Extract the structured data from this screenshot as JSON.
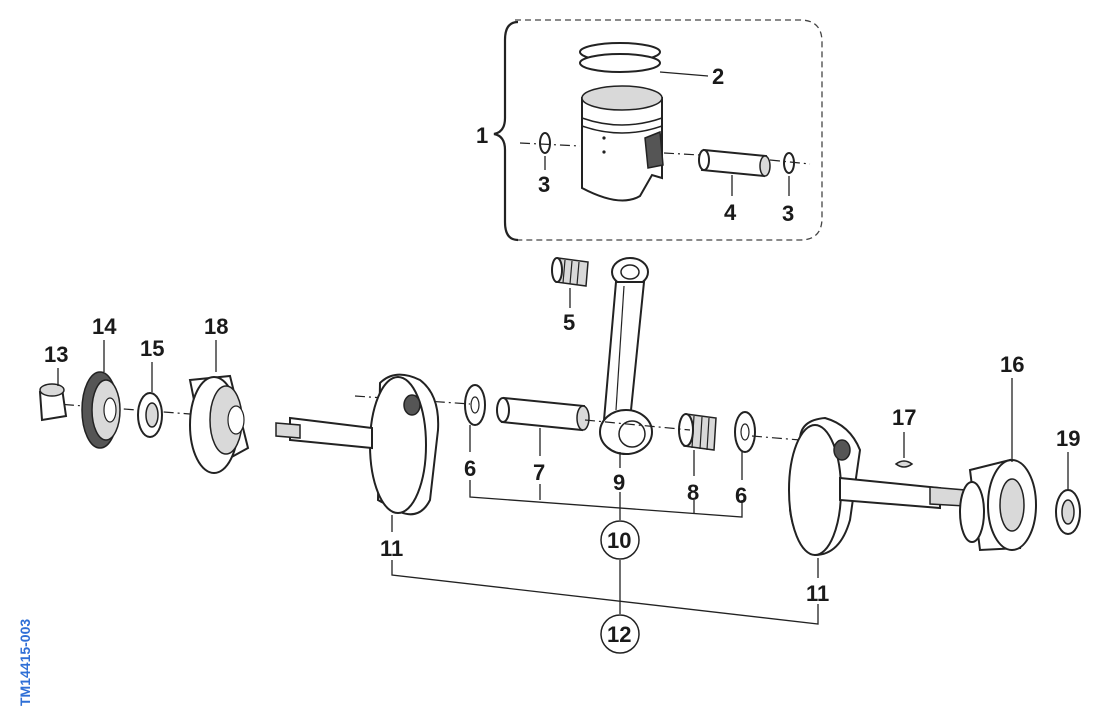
{
  "figure_id": "TM14415-003",
  "colors": {
    "ink": "#222222",
    "doc_id": "#2f6fd6",
    "shade": "#d9d9d9"
  },
  "callouts": {
    "c1": "1",
    "c2": "2",
    "c3a": "3",
    "c3b": "3",
    "c4": "4",
    "c5": "5",
    "c6a": "6",
    "c6b": "6",
    "c7": "7",
    "c8": "8",
    "c9": "9",
    "c10": "10",
    "c11a": "11",
    "c11b": "11",
    "c12": "12",
    "c13": "13",
    "c14": "14",
    "c15": "15",
    "c16": "16",
    "c17": "17",
    "c18": "18",
    "c19": "19"
  }
}
